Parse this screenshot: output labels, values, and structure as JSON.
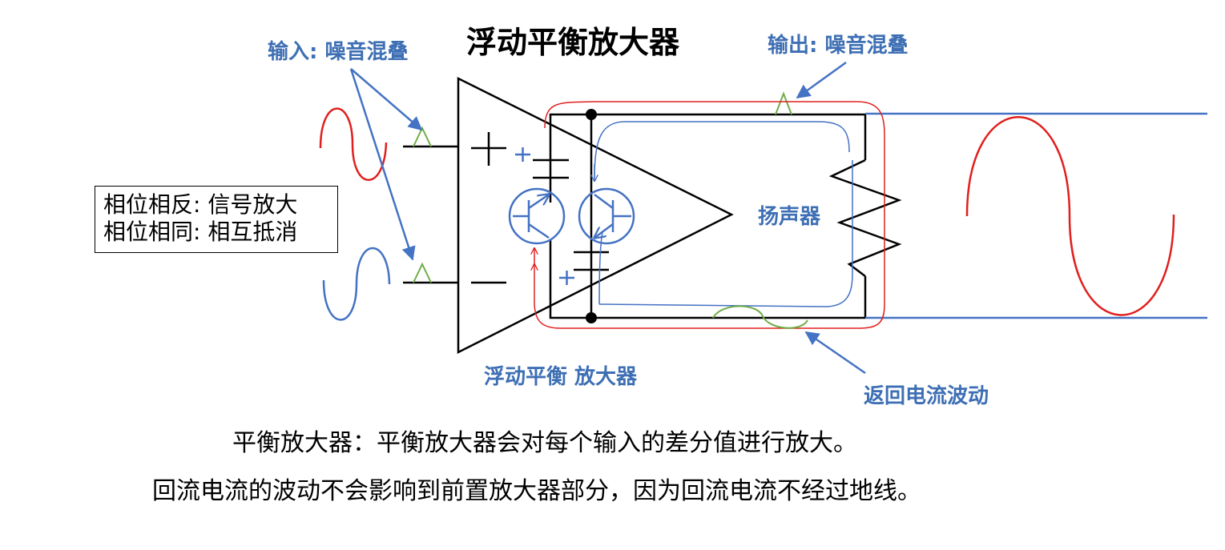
{
  "title": "浮动平衡放大器",
  "labels": {
    "input_noise": "输入: 噪音混叠",
    "output_noise": "输出: 噪音混叠",
    "speaker": "扬声器",
    "amp_name": "浮动平衡 放大器",
    "return_current": "返回电流波动"
  },
  "legend": {
    "line1": "相位相反:  信号放大",
    "line2": "相位相同:  相互抵消"
  },
  "captions": {
    "line1": "平衡放大器：平衡放大器会对每个输入的差分值进行放大。",
    "line2": "回流电流的波动不会影响到前置放大器部分，因为回流电流不经过地线。"
  },
  "symbols": {
    "plus": "+",
    "minus": "−",
    "small_plus": "+"
  },
  "colors": {
    "wire": "#000000",
    "label_blue": "#3e6fb4",
    "signal_red": "#e0201e",
    "signal_blue": "#4472c4",
    "noise_green": "#70ad47"
  }
}
